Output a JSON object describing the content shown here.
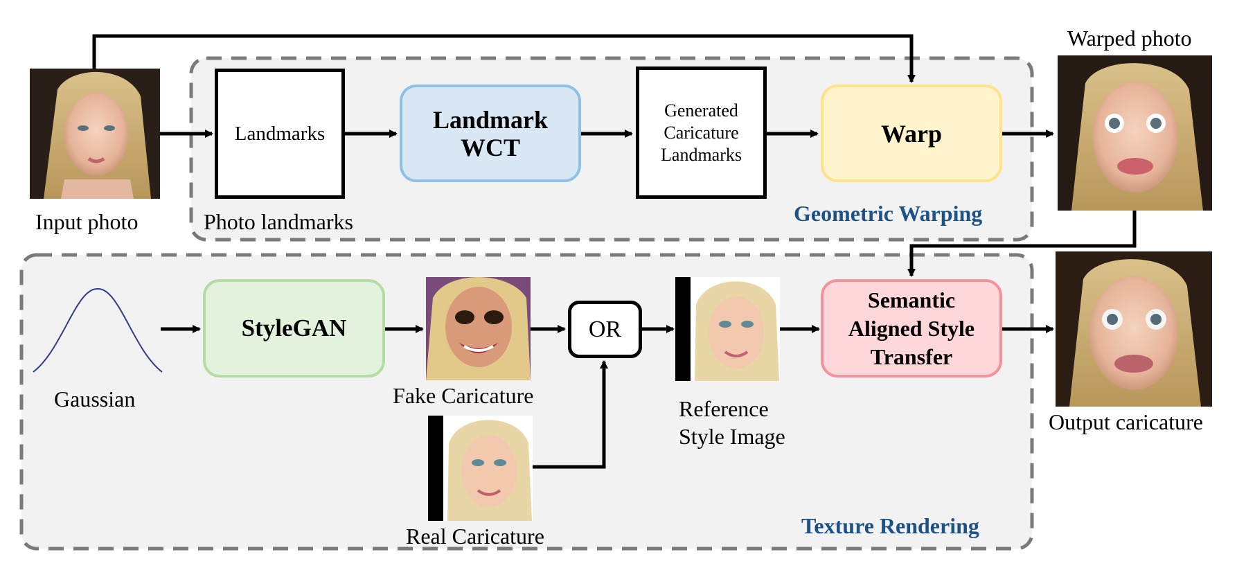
{
  "geometric_warping": {
    "title": "Geometric Warping",
    "input_label": "Input photo",
    "photo_landmarks_label": "Photo landmarks",
    "landmarks_box": "Landmarks",
    "landmark_wct": "Landmark\nWCT",
    "generated_landmarks": "Generated\nCaricature\nLandmarks",
    "warp": "Warp",
    "warped_label": "Warped photo"
  },
  "texture_rendering": {
    "title": "Texture Rendering",
    "gaussian_label": "Gaussian",
    "stylegan": "StyleGAN",
    "fake_label": "Fake Caricature",
    "or": "OR",
    "real_label": "Real Caricature",
    "reference_label": "Reference\nStyle Image",
    "semantic": "Semantic\nAligned Style\nTransfer",
    "output_label": "Output caricature"
  },
  "colors": {
    "panel_fill": "#f2f2f2",
    "panel_border": "#7a7a7a",
    "wct_fill": "#dae8f6",
    "wct_border": "#8fc0e6",
    "warp_fill": "#fff4cc",
    "warp_border": "#ffe28a",
    "stylegan_fill": "#e2f2dc",
    "stylegan_border": "#b3dda3",
    "semantic_fill": "#ffd6da",
    "semantic_border": "#f3949d",
    "title_color": "#1c5286"
  }
}
